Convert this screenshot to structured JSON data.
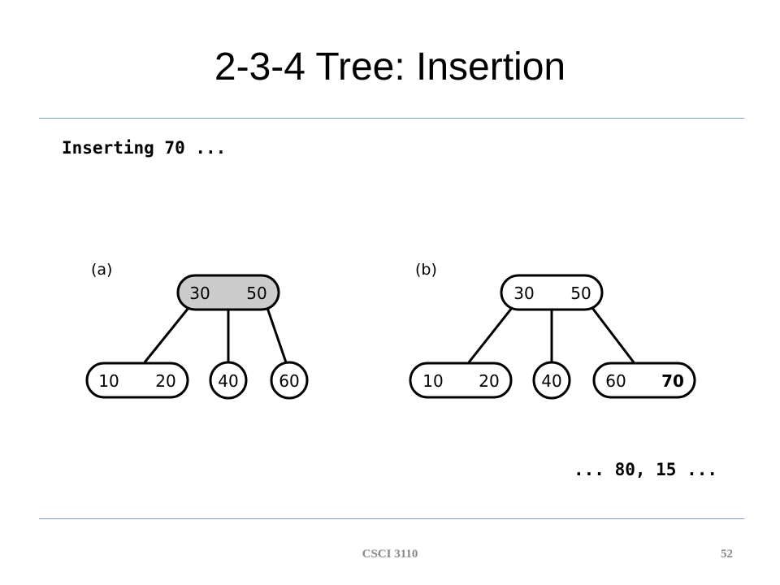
{
  "slide": {
    "title": "2-3-4 Tree: Insertion",
    "subtitle": "Inserting 70 ...",
    "next_text": "... 80, 15 ...",
    "footer_course": "CSCI 3110",
    "footer_page": "52"
  },
  "colors": {
    "rule": "#7a9fc4",
    "highlight_node": "#cccccc",
    "footer_text": "#8a8a8a"
  },
  "diagram_a": {
    "label": "(a)",
    "root": {
      "keys": [
        "30",
        "50"
      ],
      "highlighted": true
    },
    "children": [
      {
        "keys": [
          "10",
          "20"
        ]
      },
      {
        "keys": [
          "40"
        ]
      },
      {
        "keys": [
          "60"
        ]
      }
    ]
  },
  "diagram_b": {
    "label": "(b)",
    "root": {
      "keys": [
        "30",
        "50"
      ],
      "highlighted": false
    },
    "children": [
      {
        "keys": [
          "10",
          "20"
        ]
      },
      {
        "keys": [
          "40"
        ]
      },
      {
        "keys": [
          "60",
          "70"
        ],
        "bold_key": "70"
      }
    ]
  }
}
